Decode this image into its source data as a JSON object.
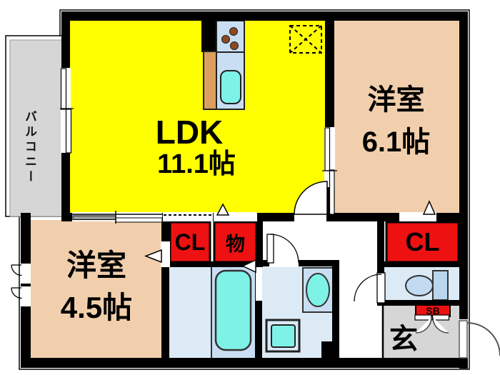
{
  "floorplan": {
    "balcony": {
      "label": "バルコニー"
    },
    "ldk": {
      "label": "LDK",
      "size": "11.1帖"
    },
    "bedroom_right": {
      "label": "洋室",
      "size": "6.1帖"
    },
    "bedroom_left": {
      "label": "洋室",
      "size": "4.5帖"
    },
    "closet_hall": {
      "label": "CL"
    },
    "storage": {
      "label": "物"
    },
    "closet_bedroom_right": {
      "label": "CL"
    },
    "shoe_box": {
      "label": "SB"
    },
    "entrance": {
      "label": "玄"
    }
  },
  "colors": {
    "ldk_fill": "#FFFF00",
    "bedroom_fill": "#F2CFAC",
    "closet_fill": "#EE1111",
    "wet_area_fill": "#DCEAF6",
    "counter_fill": "#C9DEF2",
    "fixture_cyan": "#7FF2E8",
    "balcony_fill": "#D6D6D6",
    "entrance_fill": "#D6D6D6",
    "kitchen_wood": "#DC9F5F",
    "wall": "#000000"
  }
}
